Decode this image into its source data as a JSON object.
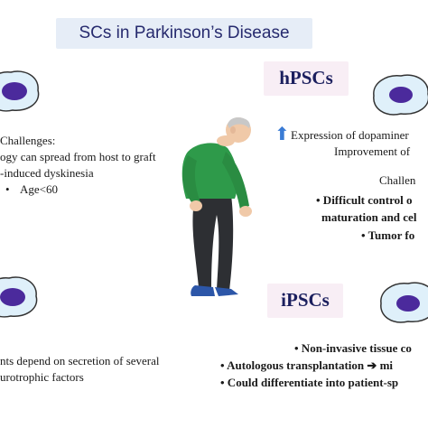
{
  "title": "SCs in Parkinson’s Disease",
  "labels": {
    "hpscs": "hPSCs",
    "ipscs": "iPSCs"
  },
  "left_top": {
    "heading": "Challenges:",
    "line1": "ogy can spread from host to graft",
    "line2": "-induced dyskinesia",
    "bullet": "•",
    "line3": "Age<60"
  },
  "left_bottom": {
    "line1": "nts depend on secretion of  several",
    "line2": "urotrophic factors"
  },
  "right_top": {
    "arrow": "⬆",
    "line1": "Expression of dopaminer",
    "line2": "Improvement of",
    "heading": "Challen",
    "bullet1": "•  Difficult control o",
    "line3": "maturation and cel",
    "bullet2": "•   Tumor fo"
  },
  "right_bottom": {
    "bullet1": "•   Non-invasive tissue co",
    "bullet2_start": "•   Autologous transplantation",
    "arrow": "➔",
    "bullet2_end": " mi",
    "bullet3": "•   Could differentiate into patient-sp"
  },
  "colors": {
    "title_bg": "#e6edf7",
    "title_text": "#262a6e",
    "label_bg": "#f8eef5",
    "cell_fill": "#dff0fa",
    "nucleus": "#4b2a9c"
  }
}
